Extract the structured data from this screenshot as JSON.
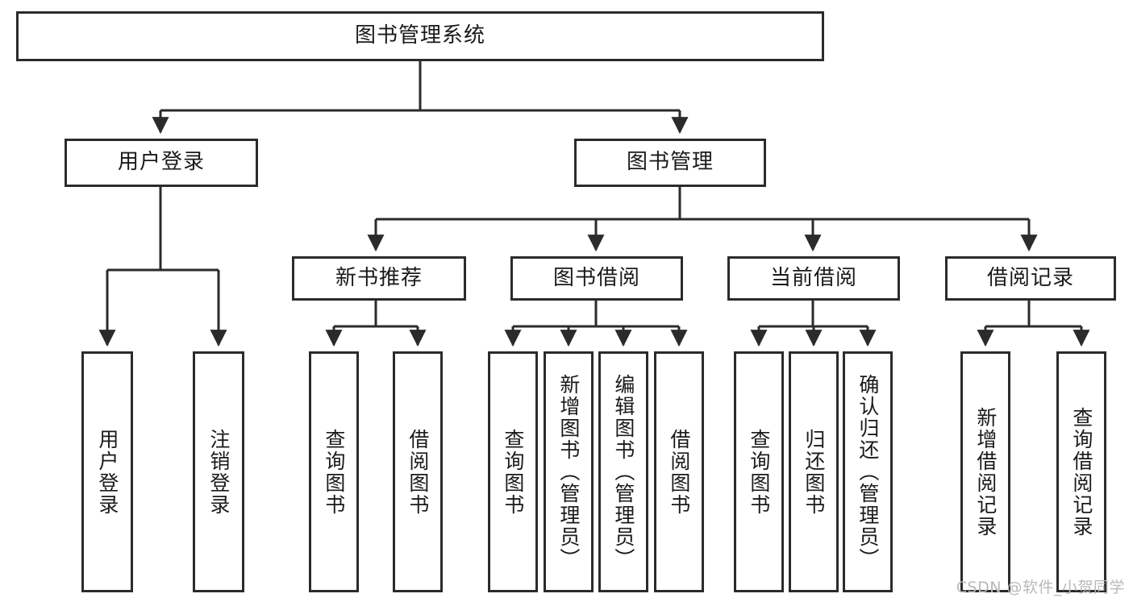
{
  "diagram": {
    "title": "图书管理系统",
    "root": {
      "label": "图书管理系统"
    },
    "level2": [
      {
        "label": "用户登录"
      },
      {
        "label": "图书管理"
      }
    ],
    "level3": [
      {
        "label": "新书推荐"
      },
      {
        "label": "图书借阅"
      },
      {
        "label": "当前借阅"
      },
      {
        "label": "借阅记录"
      }
    ],
    "leaves_user_login": [
      {
        "label": "用户登录"
      },
      {
        "label": "注销登录"
      }
    ],
    "leaves_new_book": [
      {
        "label": "查询图书"
      },
      {
        "label": "借阅图书"
      }
    ],
    "leaves_borrow": [
      {
        "label": "查询图书"
      },
      {
        "label": "新增图书（管理员）"
      },
      {
        "label": "编辑图书（管理员）"
      },
      {
        "label": "借阅图书"
      }
    ],
    "leaves_current": [
      {
        "label": "查询图书"
      },
      {
        "label": "归还图书"
      },
      {
        "label": "确认归还（管理员）"
      }
    ],
    "leaves_records": [
      {
        "label": "新增借阅记录"
      },
      {
        "label": "查询借阅记录"
      }
    ],
    "watermark": "CSDN @软件_小贺同学",
    "colors": {
      "stroke": "#2b2b2b",
      "background": "#ffffff",
      "text": "#1a1a1a",
      "watermark": "#b9b9b9"
    }
  }
}
